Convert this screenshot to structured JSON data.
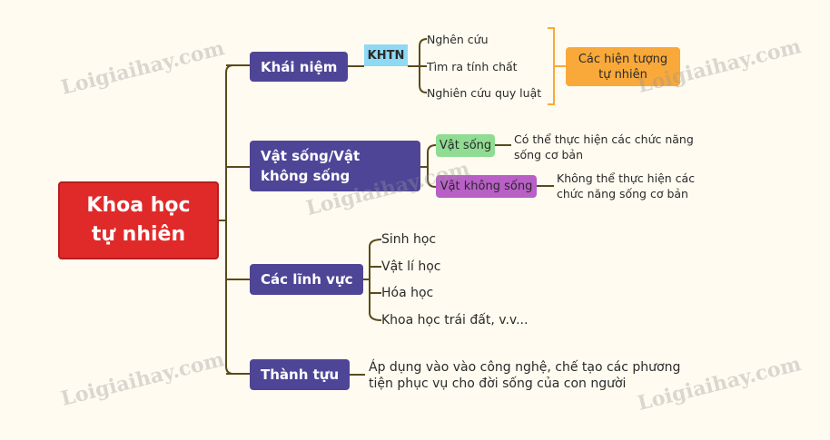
{
  "root": {
    "line1": "Khoa học",
    "line2": "tự nhiên"
  },
  "branches": {
    "concept": {
      "label": "Khái niệm",
      "tag": "KHTN",
      "items": [
        "Nghên cứu",
        "Tìm ra tính chất",
        "Nghiên cứu quy luật"
      ],
      "result_line1": "Các hiện tượng",
      "result_line2": "tự nhiên"
    },
    "living": {
      "line1": "Vật sống/Vật",
      "line2": "không sống",
      "living_label": "Vật sống",
      "living_desc1": "Có thể thực hiện các chức năng",
      "living_desc2": "sống cơ bản",
      "nonliving_label": "Vật không sống",
      "nonliving_desc1": "Không thể thực hiện các",
      "nonliving_desc2": "chức năng sống cơ bản"
    },
    "fields": {
      "label": "Các lĩnh vực",
      "items": [
        "Sinh học",
        "Vật lí học",
        "Hóa học",
        "Khoa học trái đất, v.v..."
      ]
    },
    "achievements": {
      "label": "Thành tựu",
      "desc1": "Áp dụng vào vào công nghệ, chế tạo các phương",
      "desc2": "tiện phục vụ cho đời sống của con người"
    }
  },
  "watermark": "Loigiaihay.com",
  "colors": {
    "root": "#e02a2a",
    "branch": "#4f4597",
    "tag": "#8fd9f5",
    "result": "#f9a93a",
    "living": "#8fdc92",
    "nonliving": "#b860c6",
    "line": "#5a4a1a"
  }
}
